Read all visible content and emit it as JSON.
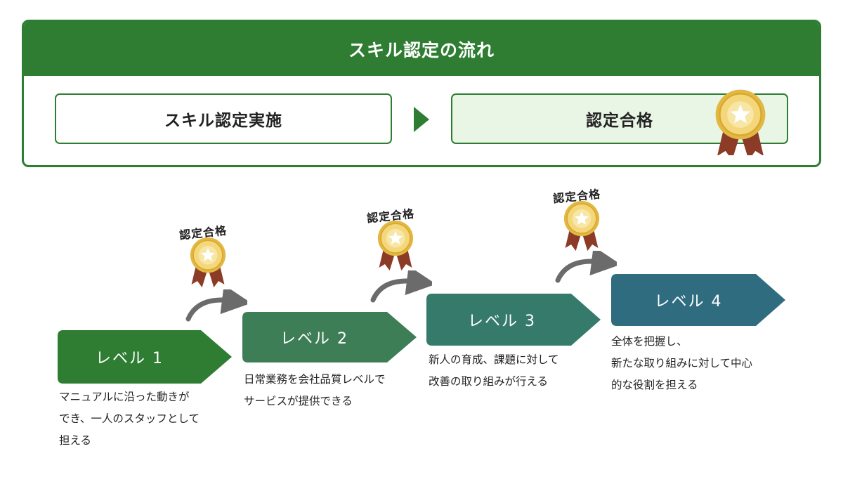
{
  "flow": {
    "title": "スキル認定の流れ",
    "steps": [
      "スキル認定実施",
      "認定合格"
    ]
  },
  "levels": [
    {
      "label": "レベル 1",
      "description": "マニュアルに沿った動きが\nでき、一人のスタッフとして\n担える",
      "color": "#2e7d32"
    },
    {
      "label": "レベル 2",
      "description": "日常業務を会社品質レベルで\nサービスが提供できる",
      "color": "#3e7e57"
    },
    {
      "label": "レベル 3",
      "description": "新人の育成、課題に対して\n改善の取り組みが行える",
      "color": "#357a6b"
    },
    {
      "label": "レベル 4",
      "description": "全体を把握し、\n新たな取り組みに対して中心\n的な役割を担える",
      "color": "#306c80"
    }
  ],
  "badges": [
    {
      "text": "認定合格",
      "icon": "medal-icon"
    },
    {
      "text": "認定合格",
      "icon": "medal-icon"
    },
    {
      "text": "認定合格",
      "icon": "medal-icon"
    }
  ],
  "colors": {
    "primary_green": "#2e7d32",
    "passed_bg": "#e9f6e6",
    "medal_gold": "#e8c04a",
    "ribbon": "#8b3b26",
    "curve_arrow": "#6b6b6b"
  }
}
